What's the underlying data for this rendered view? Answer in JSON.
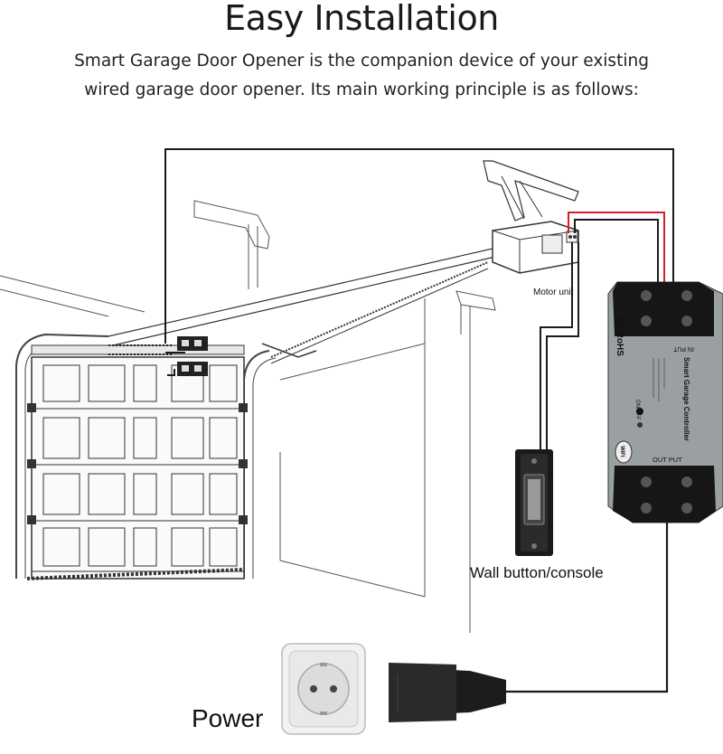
{
  "header": {
    "title": "Easy Installation",
    "description_line1": "Smart Garage Door Opener is the companion device of your existing",
    "description_line2": "wired garage door opener. Its main working principle is as follows:"
  },
  "labels": {
    "motor_unit": "Motor unit",
    "wall_button": "Wall button/console",
    "power": "Power"
  },
  "controller": {
    "ce_mark": "CE RoHS",
    "name": "Smart Garage Controller",
    "in_port": "IN PUT",
    "out_port": "OUT PUT",
    "switch": "ON/OFF",
    "wifi": "WiFi"
  },
  "colors": {
    "wire_black": "#1a1a1a",
    "wire_red": "#d0202a",
    "controller_body": "#9aa0a2",
    "controller_caps": "#161616"
  }
}
